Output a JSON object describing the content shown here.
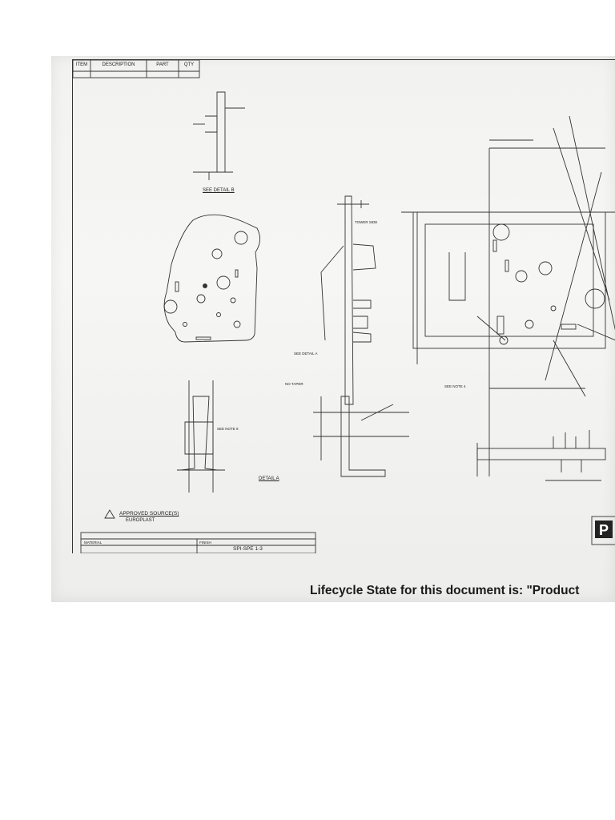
{
  "bom": {
    "headers": [
      "ITEM",
      "DESCRIPTION",
      "PART",
      "QTY"
    ]
  },
  "labels": {
    "see_detail_b": "SEE DETAIL B",
    "see_detail_a": "SEE DETAIL A",
    "tower_side": "TOWER SIDE",
    "no_taper": "NO TAPER",
    "detail_a": "DETAIL A",
    "see_note_9": "SEE NOTE 9",
    "see_note_4": "SEE NOTE 4",
    "approved_source": "APPROVED SOURCE(S)",
    "approved_vendor": "EUROPLAST",
    "material": "MATERIAL",
    "finish": "FINISH",
    "finish_value": "SPI-SPE 1-3"
  },
  "footer": {
    "lifecycle": "Lifecycle State for this document is:  \"Product"
  }
}
